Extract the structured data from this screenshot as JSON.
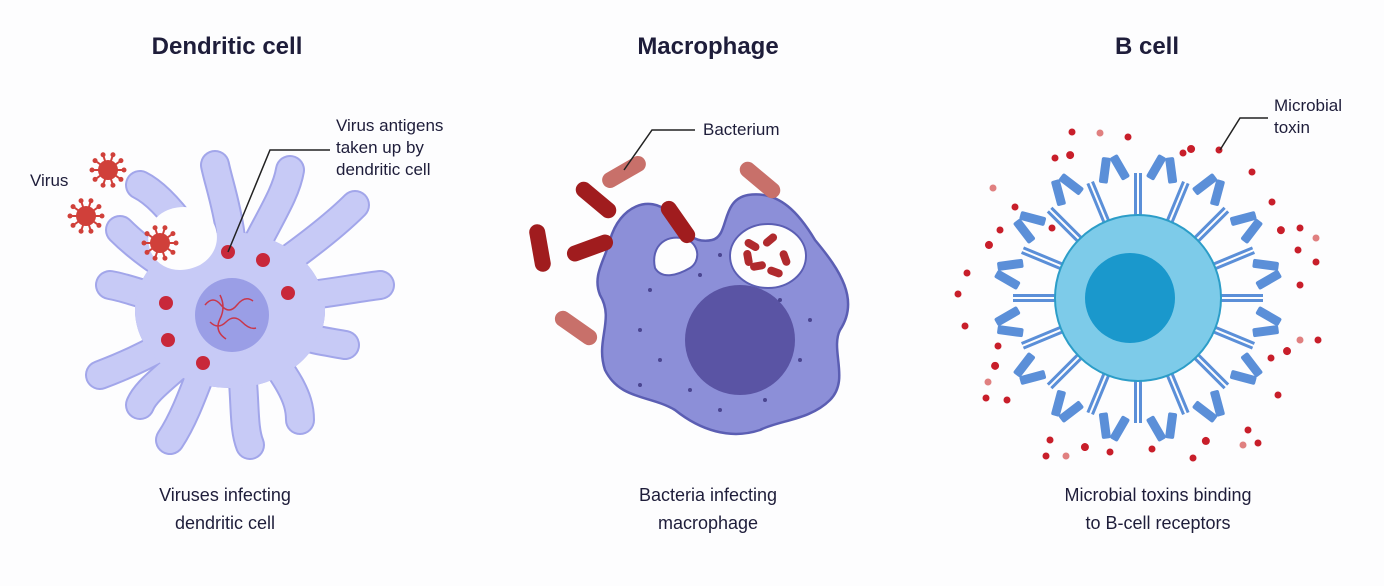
{
  "panels": [
    {
      "title": "Dendritic cell",
      "caption_line1": "Viruses infecting",
      "caption_line2": "dendritic cell",
      "labels": {
        "virus": "Virus",
        "antigen_line1": "Virus antigens",
        "antigen_line2": "taken up by",
        "antigen_line3": "dendritic cell"
      }
    },
    {
      "title": "Macrophage",
      "caption_line1": "Bacteria infecting",
      "caption_line2": "macrophage",
      "labels": {
        "bacterium": "Bacterium"
      }
    },
    {
      "title": "B cell",
      "caption_line1": "Microbial toxins binding",
      "caption_line2": "to B-cell receptors",
      "labels": {
        "toxin_line1": "Microbial",
        "toxin_line2": "toxin"
      }
    }
  ],
  "colors": {
    "dendritic": "#c7caf6",
    "dendritic_edge": "#a2a6ea",
    "virus": "#d0403a",
    "macrophage": "#8c8fd8",
    "macrophage_edge": "#5b5eb3",
    "bacterium": "#a01c1e",
    "bcell": "#7dcbe9",
    "bcell_nucleus": "#1a98cc",
    "antibody": "#5b8fd8",
    "toxin": "#c81e2a"
  }
}
